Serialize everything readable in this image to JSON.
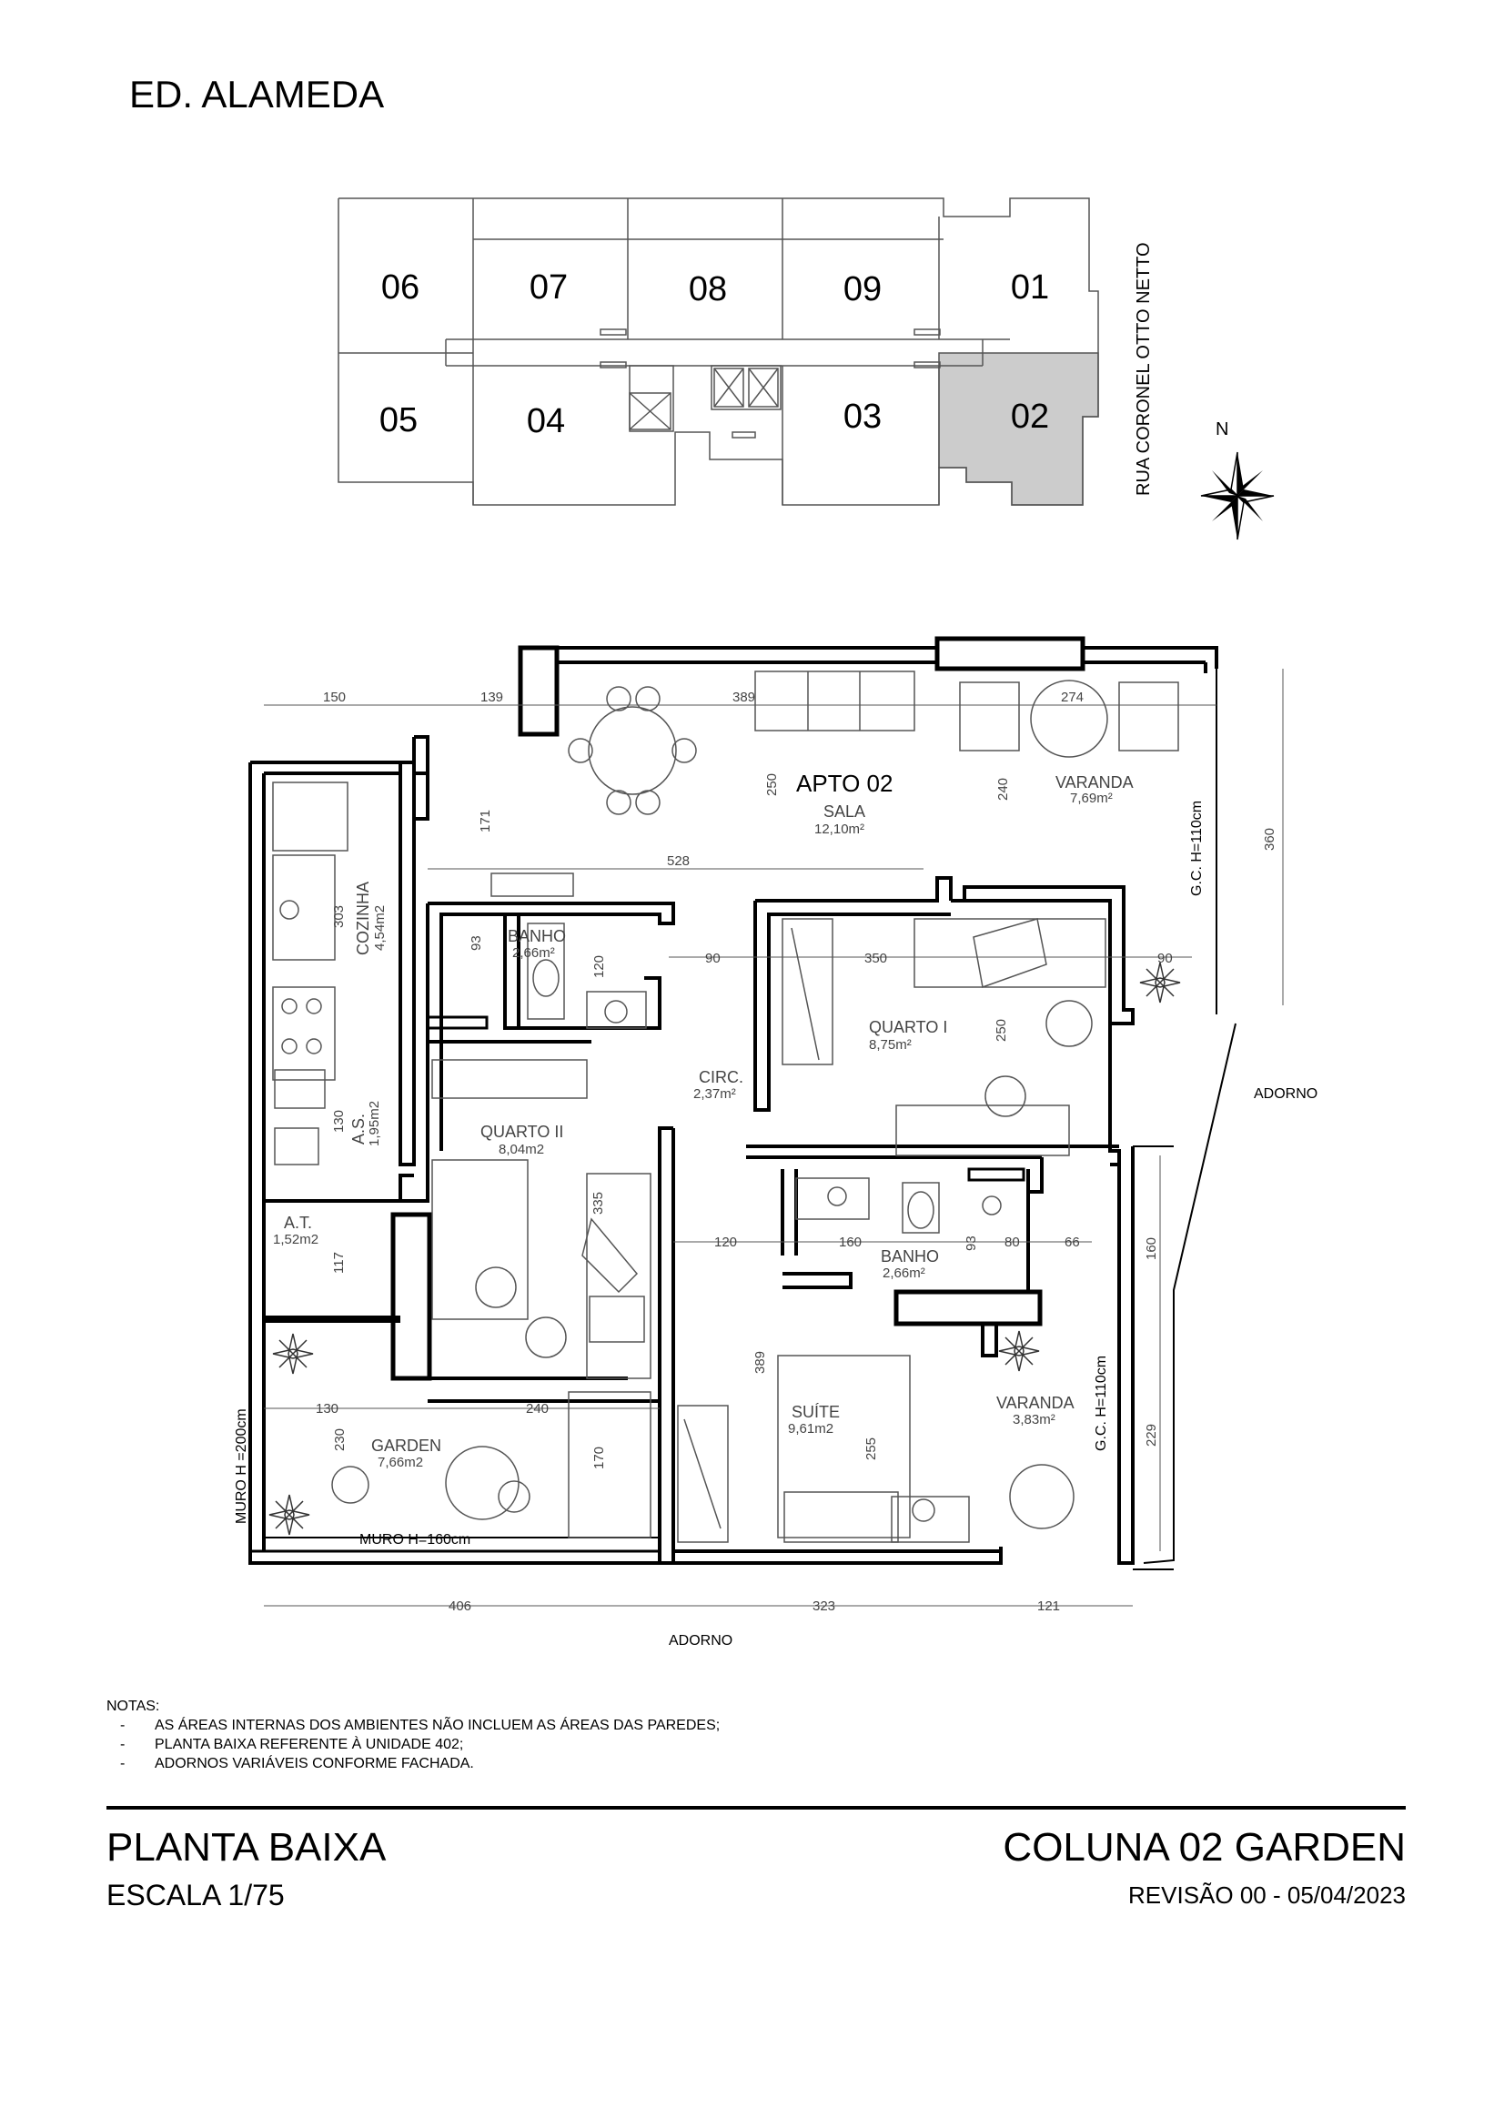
{
  "building": {
    "title": "ED. ALAMEDA"
  },
  "key_plan": {
    "units_top": [
      "06",
      "07",
      "08",
      "09",
      "01"
    ],
    "units_bottom": [
      "05",
      "04",
      "03",
      "02"
    ],
    "highlighted_unit": "02",
    "highlight_color": "#cccccc",
    "street": "RUA CORONEL OTTO NETTO",
    "north": "N"
  },
  "floor_plan": {
    "apartment": "APTO 02",
    "rooms": {
      "sala": {
        "name": "SALA",
        "area": "12,10m²"
      },
      "varanda1": {
        "name": "VARANDA",
        "area": "7,69m²"
      },
      "cozinha": {
        "name": "COZINHA",
        "area": "4,54m2"
      },
      "banho1": {
        "name": "BANHO",
        "area": "2,66m²"
      },
      "quarto1": {
        "name": "QUARTO  I",
        "area": "8,75m²"
      },
      "circ": {
        "name": "CIRC.",
        "area": "2,37m²"
      },
      "as": {
        "name": "A.S.",
        "area": "1,95m2"
      },
      "quarto2": {
        "name": "QUARTO  II",
        "area": "8,04m2"
      },
      "at": {
        "name": "A.T.",
        "area": "1,52m2"
      },
      "banho2": {
        "name": "BANHO",
        "area": "2,66m²"
      },
      "suite": {
        "name": "SUÍTE",
        "area": "9,61m2"
      },
      "varanda2": {
        "name": "VARANDA",
        "area": "3,83m²"
      },
      "garden": {
        "name": "GARDEN",
        "area": "7,66m2"
      }
    },
    "labels": {
      "gc_top": "G.C. H=110cm",
      "gc_bottom": "G.C. H=110cm",
      "adorno_right": "ADORNO",
      "adorno_bottom": "ADORNO",
      "muro_200": "MURO H =200cm",
      "muro_160": "MURO H=160cm"
    },
    "dimensions": {
      "d150": "150",
      "d139": "139",
      "d389a": "389",
      "d274": "274",
      "d360": "360",
      "d250a": "250",
      "d240a": "240",
      "d171": "171",
      "d528": "528",
      "d303": "303",
      "d93a": "93",
      "d120a": "120",
      "d90a": "90",
      "d350": "350",
      "d90b": "90",
      "d250b": "250",
      "d130a": "130",
      "d335": "335",
      "d117": "117",
      "d120b": "120",
      "d160a": "160",
      "d93b": "93",
      "d80": "80",
      "d66": "66",
      "d160b": "160",
      "d389b": "389",
      "d255": "255",
      "d229": "229",
      "d130b": "130",
      "d240b": "240",
      "d230": "230",
      "d170": "170",
      "d406": "406",
      "d323": "323",
      "d121": "121"
    }
  },
  "notes": {
    "title": "NOTAS:",
    "items": [
      "AS ÁREAS INTERNAS DOS AMBIENTES NÃO INCLUEM AS ÁREAS DAS PAREDES;",
      "PLANTA BAIXA REFERENTE À UNIDADE 402;",
      "ADORNOS VARIÁVEIS CONFORME FACHADA."
    ],
    "bullet": "-"
  },
  "footer": {
    "drawing_title": "PLANTA BAIXA",
    "scale": "ESCALA 1/75",
    "column": "COLUNA 02 GARDEN",
    "revision": "REVISÃO 00 - 05/04/2023"
  }
}
